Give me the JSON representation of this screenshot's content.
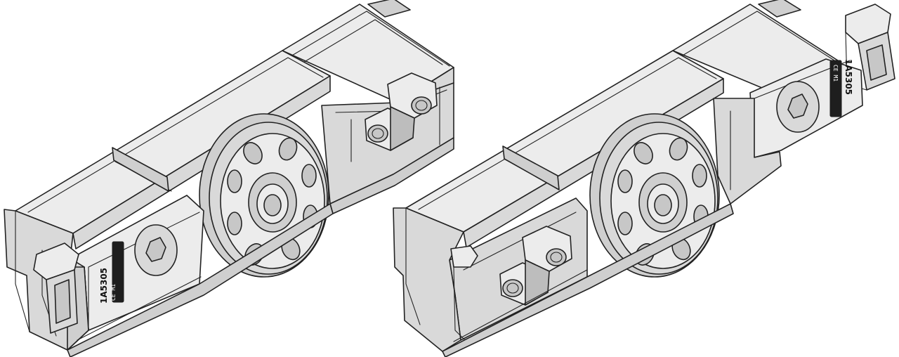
{
  "carriages": [
    {
      "id": "left",
      "part_number": "1A5305",
      "plate_text": "CE M1"
    },
    {
      "id": "right",
      "part_number": "1A5305",
      "plate_text": "CE M1"
    }
  ]
}
